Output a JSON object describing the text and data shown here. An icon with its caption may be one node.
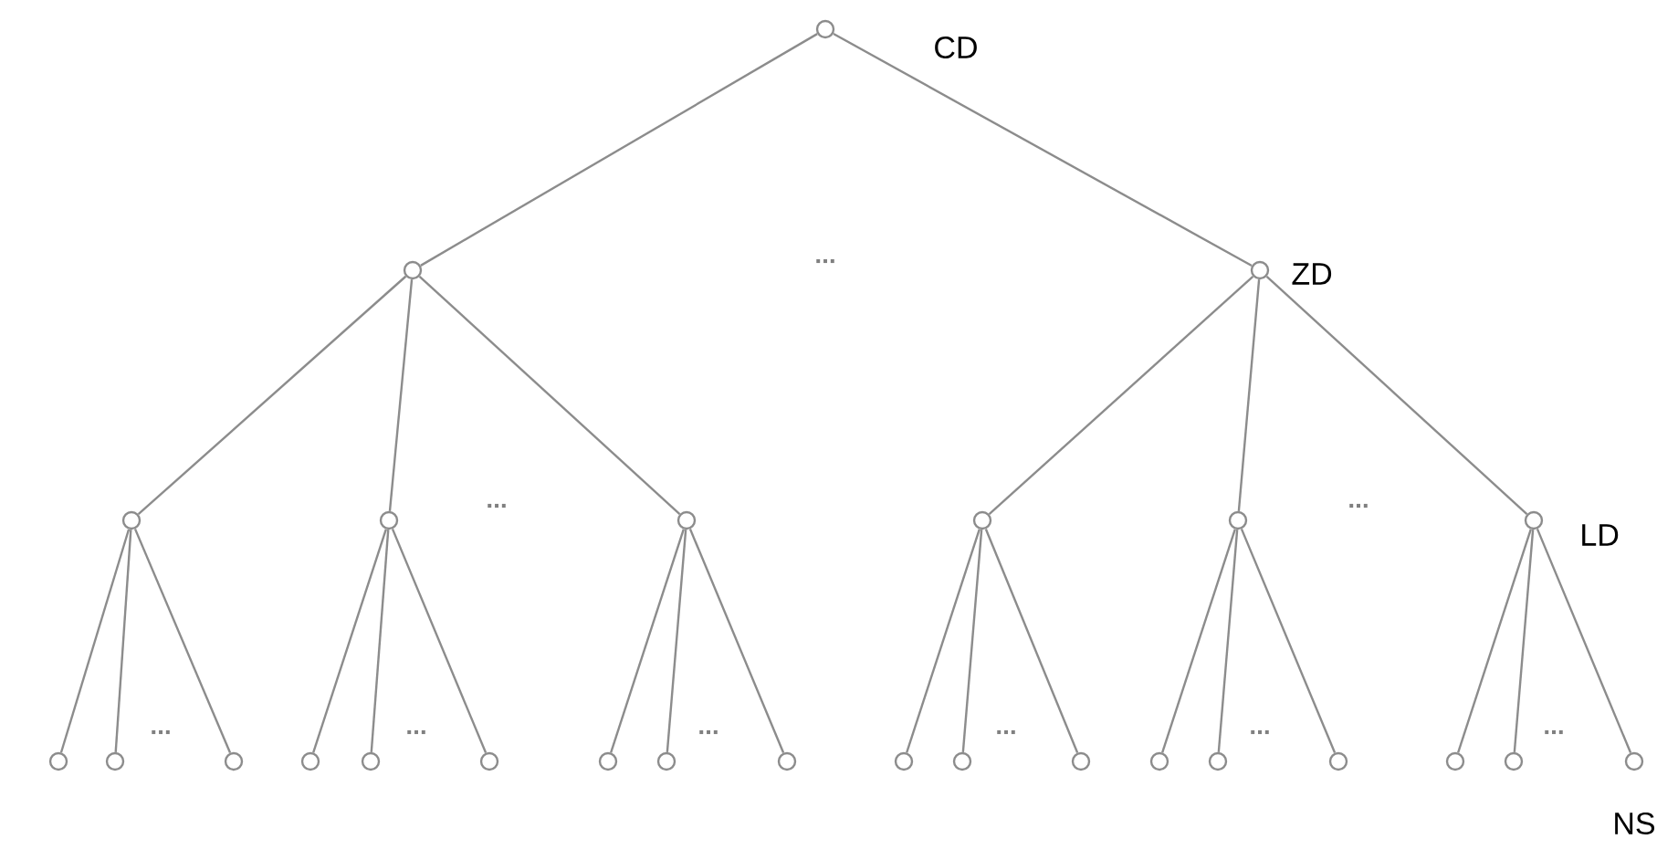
{
  "diagram": {
    "nodes": [
      {
        "text": [],
        "shape": "circle",
        "beside": [
          "CD"
        ]
      },
      {
        "text": [],
        "shape": "circle"
      },
      {
        "text": [],
        "shape": "circle",
        "beside": [
          "ZD"
        ]
      },
      {
        "text": [],
        "shape": "circle"
      },
      {
        "text": [],
        "shape": "circle"
      },
      {
        "text": [],
        "shape": "circle"
      },
      {
        "text": [],
        "shape": "circle"
      },
      {
        "text": [],
        "shape": "circle"
      },
      {
        "text": [],
        "shape": "circle",
        "beside": [
          "LD"
        ]
      },
      {
        "text": [],
        "shape": "circle"
      },
      {
        "text": [],
        "shape": "circle"
      },
      {
        "text": [],
        "shape": "circle"
      },
      {
        "text": [],
        "shape": "circle"
      },
      {
        "text": [],
        "shape": "circle"
      },
      {
        "text": [],
        "shape": "circle"
      },
      {
        "text": [],
        "shape": "circle"
      },
      {
        "text": [],
        "shape": "circle"
      },
      {
        "text": [],
        "shape": "circle"
      },
      {
        "text": [],
        "shape": "circle"
      },
      {
        "text": [],
        "shape": "circle"
      },
      {
        "text": [],
        "shape": "circle"
      },
      {
        "text": [],
        "shape": "circle"
      },
      {
        "text": [],
        "shape": "circle"
      },
      {
        "text": [],
        "shape": "circle"
      },
      {
        "text": [],
        "shape": "circle"
      },
      {
        "text": [],
        "shape": "circle"
      },
      {
        "text": [],
        "shape": "circle",
        "beside": [
          "NS"
        ]
      }
    ],
    "edges": [
      {
        "from": 0,
        "to": 1,
        "arrow": "none"
      },
      {
        "from": 0,
        "to": 2,
        "arrow": "none"
      },
      {
        "from": 1,
        "to": 3,
        "arrow": "none"
      },
      {
        "from": 1,
        "to": 4,
        "arrow": "none"
      },
      {
        "from": 1,
        "to": 5,
        "arrow": "none"
      },
      {
        "from": 2,
        "to": 6,
        "arrow": "none"
      },
      {
        "from": 2,
        "to": 7,
        "arrow": "none"
      },
      {
        "from": 2,
        "to": 8,
        "arrow": "none"
      },
      {
        "from": 3,
        "to": 9,
        "arrow": "none"
      },
      {
        "from": 3,
        "to": 10,
        "arrow": "none"
      },
      {
        "from": 3,
        "to": 11,
        "arrow": "none"
      },
      {
        "from": 4,
        "to": 12,
        "arrow": "none"
      },
      {
        "from": 4,
        "to": 13,
        "arrow": "none"
      },
      {
        "from": 4,
        "to": 14,
        "arrow": "none"
      },
      {
        "from": 5,
        "to": 15,
        "arrow": "none"
      },
      {
        "from": 5,
        "to": 16,
        "arrow": "none"
      },
      {
        "from": 5,
        "to": 17,
        "arrow": "none"
      },
      {
        "from": 6,
        "to": 18,
        "arrow": "none"
      },
      {
        "from": 6,
        "to": 19,
        "arrow": "none"
      },
      {
        "from": 6,
        "to": 20,
        "arrow": "none"
      },
      {
        "from": 7,
        "to": 21,
        "arrow": "none"
      },
      {
        "from": 7,
        "to": 22,
        "arrow": "none"
      },
      {
        "from": 7,
        "to": 23,
        "arrow": "none"
      },
      {
        "from": 8,
        "to": 24,
        "arrow": "none"
      },
      {
        "from": 8,
        "to": 25,
        "arrow": "none"
      },
      {
        "from": 8,
        "to": 26,
        "arrow": "none"
      }
    ],
    "labels": [
      "...",
      "...",
      "...",
      "...",
      "...",
      "...",
      "...",
      "...",
      "..."
    ]
  }
}
